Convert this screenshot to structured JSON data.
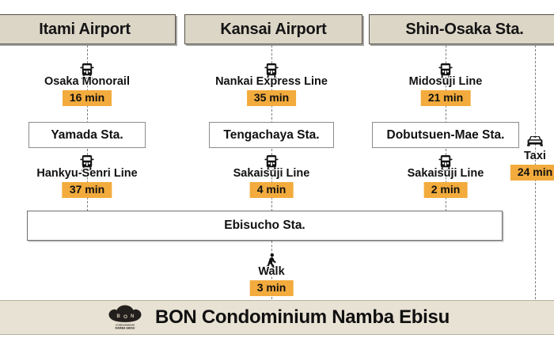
{
  "diagram": {
    "title_bottom": "BON Condominium Namba Ebisu",
    "accent_badge_color": "#f2ab3c",
    "header_fill_color": "#dcd6c7",
    "footer_fill_color": "#e8e2d4"
  },
  "origins": [
    {
      "id": "itami",
      "label": "Itami Airport"
    },
    {
      "id": "kansai",
      "label": "Kansai Airport"
    },
    {
      "id": "shinosaka",
      "label": "Shin-Osaka Sta."
    }
  ],
  "routes": [
    {
      "id": "route-itami",
      "origin": "Itami Airport",
      "leg1": {
        "mode_icon": "train-icon",
        "line": "Osaka Monorail",
        "time": "16 min"
      },
      "transfer": "Yamada Sta.",
      "leg2": {
        "mode_icon": "train-icon",
        "line": "Hankyu-Senri Line",
        "time": "37 min"
      }
    },
    {
      "id": "route-kansai",
      "origin": "Kansai Airport",
      "leg1": {
        "mode_icon": "train-icon",
        "line": "Nankai Express Line",
        "time": "35 min"
      },
      "transfer": "Tengachaya Sta.",
      "leg2": {
        "mode_icon": "train-icon",
        "line": "Sakaisuji Line",
        "time": "4 min"
      }
    },
    {
      "id": "route-shinosaka",
      "origin": "Shin-Osaka Sta.",
      "leg1": {
        "mode_icon": "train-icon",
        "line": "Midosuji Line",
        "time": "21 min"
      },
      "transfer": "Dobutsuen-Mae Sta.",
      "leg2": {
        "mode_icon": "train-icon",
        "line": "Sakaisuji Line",
        "time": "2 min"
      }
    }
  ],
  "taxi_route": {
    "id": "route-taxi",
    "mode_icon": "taxi-icon",
    "line": "Taxi",
    "time": "24 min"
  },
  "hub_station": {
    "label": "Ebisucho Sta."
  },
  "final_leg": {
    "mode_icon": "walk-icon",
    "line": "Walk",
    "time": "3 min"
  },
  "logo": {
    "name": "bon-logo",
    "mark_text": "BON",
    "sub_text_1": "CONDOMINIUM",
    "sub_text_2": "NAMBA EBISU"
  }
}
